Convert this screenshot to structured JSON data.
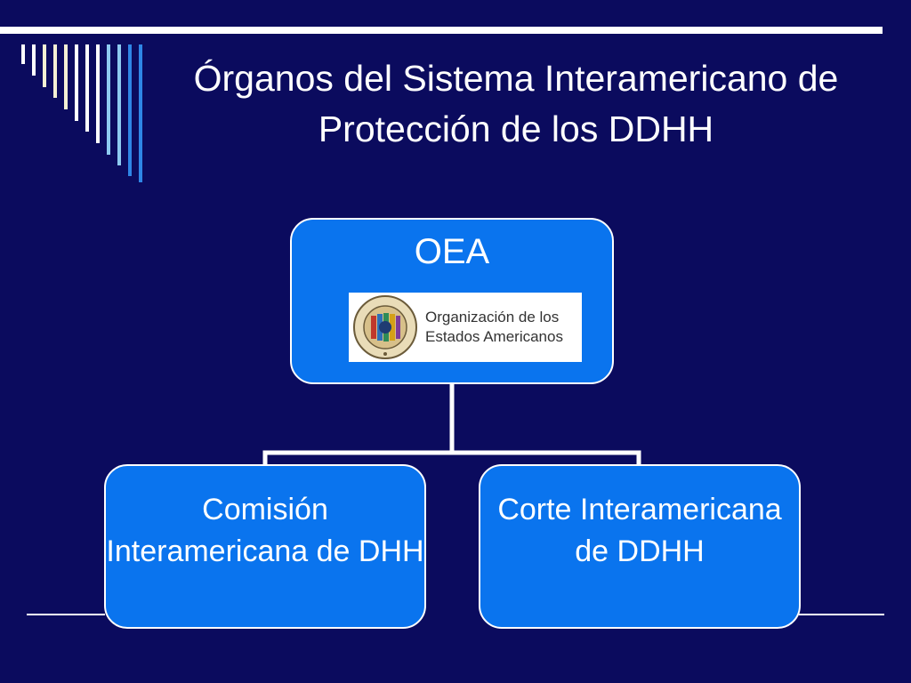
{
  "slide": {
    "title": "Órganos del Sistema Interamericano de Protección de los DDHH"
  },
  "colors": {
    "background": "#0b0b5e",
    "node_fill": "#0a74ee",
    "stripe_white": "#ffffff",
    "stripe_cream": "#f4f0d4",
    "stripe_lightblue": "#8ecbf1",
    "stripe_blue": "#2f86e6"
  },
  "diagram": {
    "root": {
      "label": "OEA",
      "logo": {
        "icon": "oas-seal-icon",
        "text": "Organización de los Estados Americanos"
      }
    },
    "children": [
      {
        "label": "Comisión Interamericana de DHH"
      },
      {
        "label": "Corte Interamericana de DDHH"
      }
    ]
  }
}
